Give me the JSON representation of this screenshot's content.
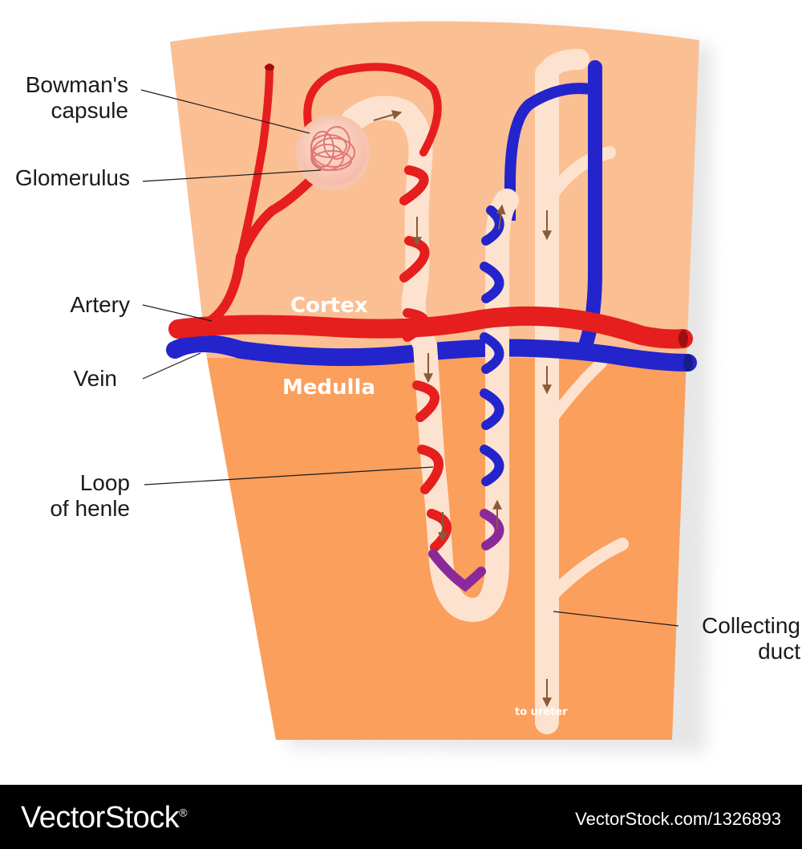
{
  "labels": {
    "bowmans_capsule": [
      "Bowman's",
      "capsule"
    ],
    "glomerulus": "Glomerulus",
    "artery": "Artery",
    "vein": "Vein",
    "loop_of_henle": [
      "Loop",
      "of henle"
    ],
    "collecting_duct": [
      "Collecting",
      "duct"
    ],
    "cortex": "Cortex",
    "medulla": "Medulla",
    "to_ureter": "to ureter"
  },
  "footer": {
    "brand": "VectorStock",
    "brand_mark": "®",
    "image_id": "VectorStock.com/1326893"
  },
  "colors": {
    "cortex": "#fbbf94",
    "medulla": "#fb9f5d",
    "artery": "#e61e1e",
    "vein": "#2424cc",
    "tubule": "#fde3cf",
    "mixed_vessel": "#8a2a9a",
    "arrow": "#8a5a3a"
  }
}
